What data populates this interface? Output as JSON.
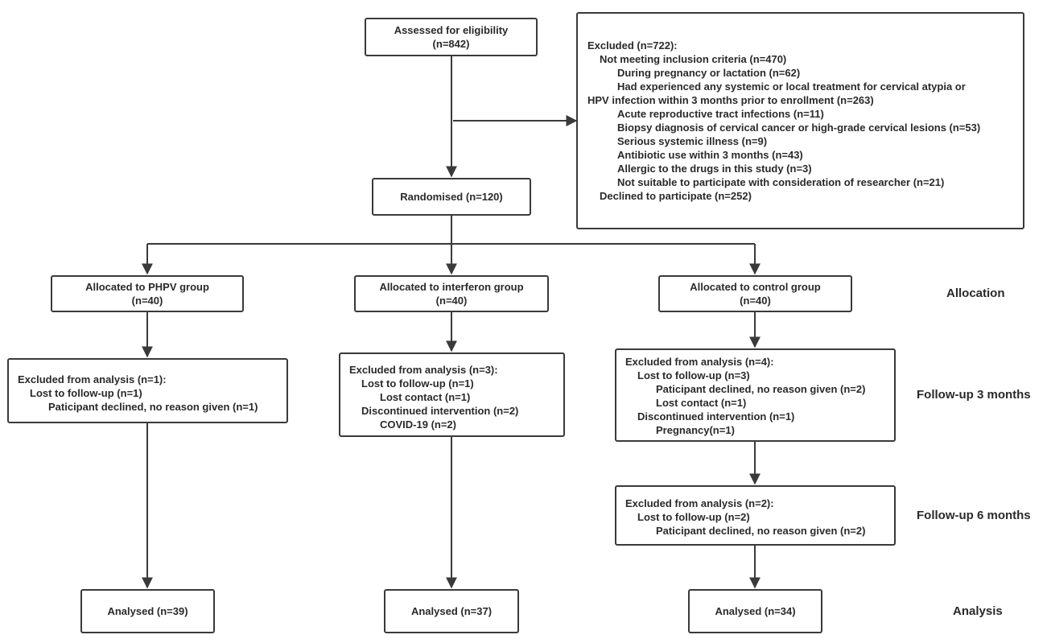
{
  "assessed": {
    "title": "Assessed for eligibility",
    "count": "(n=842)"
  },
  "excluded_box": {
    "lines": [
      "Excluded (n=722):",
      "Not meeting inclusion criteria (n=470)",
      "During pregnancy or lactation (n=62)",
      "Had experienced any systemic or local treatment for cervical atypia or",
      "HPV infection within 3 months prior to enrollment (n=263)",
      "Acute reproductive tract infections (n=11)",
      "Biopsy diagnosis of cervical cancer or high-grade cervical lesions (n=53)",
      "Serious systemic illness (n=9)",
      "Antibiotic use within 3 months (n=43)",
      "Allergic to the drugs in this study (n=3)",
      "Not suitable to participate with consideration of researcher (n=21)",
      "Declined to participate (n=252)"
    ]
  },
  "randomised": {
    "title": "Randomised (n=120)"
  },
  "allocation": {
    "phpv": {
      "title": "Allocated to PHPV group",
      "count": "(n=40)"
    },
    "interferon": {
      "title": "Allocated to interferon group",
      "count": "(n=40)"
    },
    "control": {
      "title": "Allocated to control group",
      "count": "(n=40)"
    }
  },
  "followup3": {
    "phpv": [
      "Excluded from analysis (n=1):",
      "Lost to follow-up (n=1)",
      "Paticipant declined, no reason given (n=1)"
    ],
    "interferon": [
      "Excluded from analysis (n=3):",
      "Lost to follow-up (n=1)",
      "Lost contact (n=1)",
      "Discontinued intervention (n=2)",
      "COVID-19 (n=2)"
    ],
    "control": [
      "Excluded from analysis (n=4):",
      "Lost to follow-up (n=3)",
      "Paticipant declined, no reason given (n=2)",
      "Lost contact (n=1)",
      "Discontinued intervention (n=1)",
      "Pregnancy(n=1)"
    ]
  },
  "followup6": {
    "control": [
      "Excluded from analysis (n=2):",
      "Lost to follow-up (n=2)",
      "Paticipant declined, no reason given (n=2)"
    ]
  },
  "analysed": {
    "phpv": "Analysed (n=39)",
    "interferon": "Analysed (n=37)",
    "control": "Analysed (n=34)"
  },
  "stages": {
    "allocation": "Allocation",
    "followup3": "Follow-up 3 months",
    "followup6": "Follow-up 6 months",
    "analysis": "Analysis"
  },
  "colors": {
    "border": "#3a3a3a",
    "text": "#2a2a2a",
    "background": "#ffffff"
  }
}
